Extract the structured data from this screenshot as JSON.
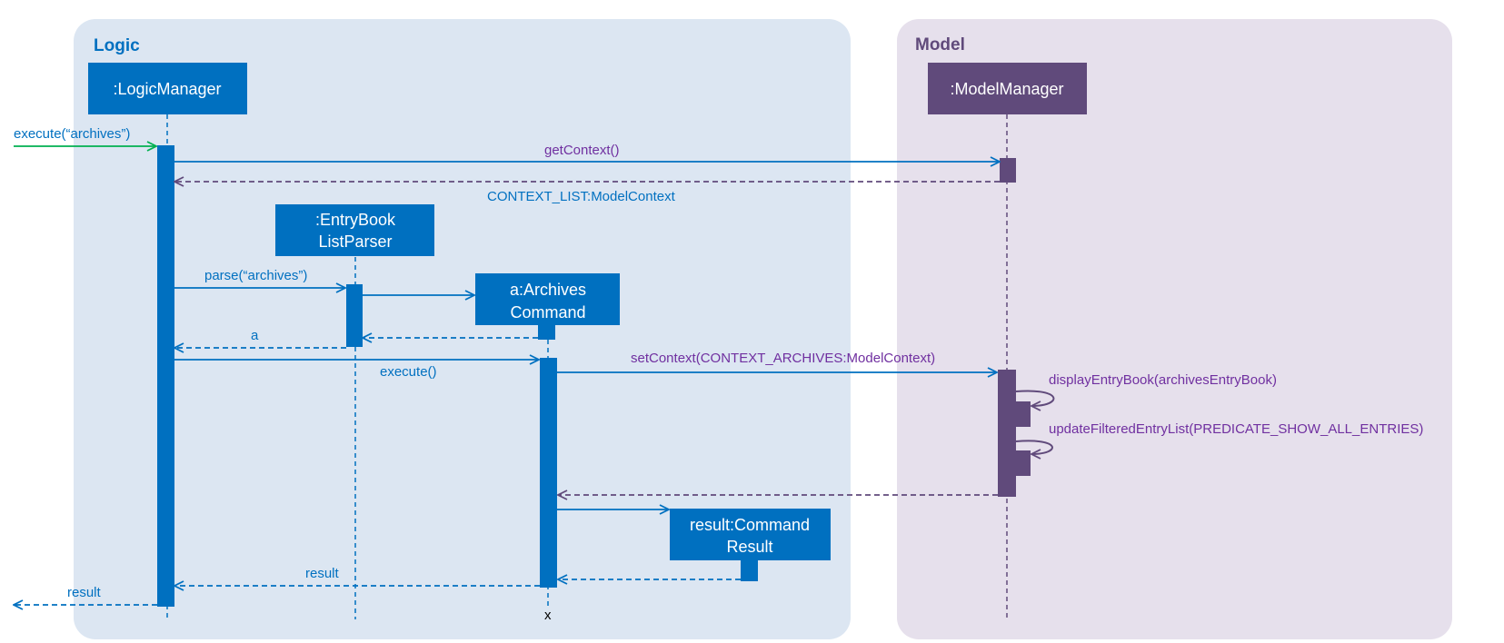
{
  "colors": {
    "logic_frame": "#dce6f2",
    "model_frame": "#e6e0ec",
    "logic_blue": "#0070c0",
    "model_purple": "#604a7b",
    "message_purple": "#7030a0",
    "found_green": "#00b050"
  },
  "frames": {
    "logic": {
      "title": "Logic"
    },
    "model": {
      "title": "Model"
    }
  },
  "participants": {
    "logic_manager": {
      "line1": ":LogicManager",
      "line2": ""
    },
    "entry_book_list_parser": {
      "line1": ":EntryBook",
      "line2": "ListParser"
    },
    "archives_command": {
      "line1": "a:Archives",
      "line2": "Command"
    },
    "command_result": {
      "line1": "result:Command",
      "line2": "Result"
    },
    "model_manager": {
      "line1": ":ModelManager",
      "line2": ""
    }
  },
  "messages": {
    "execute_archives": "execute(“archives”)",
    "get_context": "getContext()",
    "context_list_return": "CONTEXT_LIST:ModelContext",
    "parse_archives": "parse(“archives”)",
    "return_a": "a",
    "execute": "execute()",
    "set_context": "setContext(CONTEXT_ARCHIVES:ModelContext)",
    "display_entry_book": "displayEntryBook(archivesEntryBook)",
    "update_filtered_entry_list": "updateFilteredEntryList(PREDICATE_SHOW_ALL_ENTRIES)",
    "return_result_inner": "result",
    "return_result_outer": "result",
    "destroy_mark": "x"
  }
}
